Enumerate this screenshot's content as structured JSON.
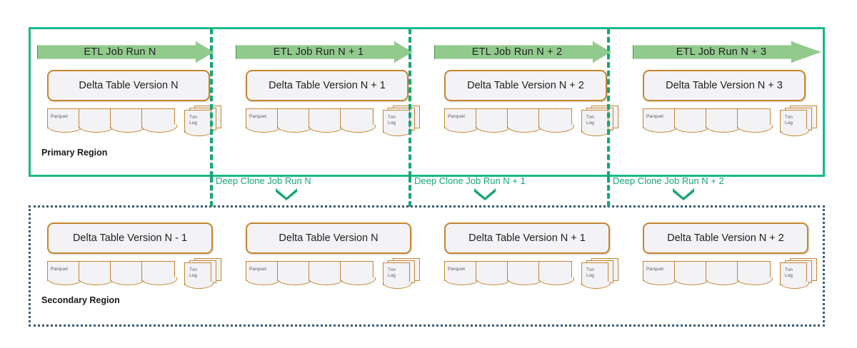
{
  "theme": {
    "primary_border": "#19b98a",
    "secondary_border": "#3a5a72",
    "arrow_fill": "#92ca8e",
    "arrow_border": "#41963f",
    "table_border": "#c4862f",
    "table_fill": "#f3f3f6",
    "clone_text": "#17a673"
  },
  "diagram": {
    "primary_region": {
      "caption": "Primary Region",
      "columns": [
        {
          "etl_label": "ETL Job Run N",
          "delta_label": "Delta Table Version N",
          "parquet_label": "Parquet",
          "txn_label_line1": "Txn",
          "txn_label_line2": "Log"
        },
        {
          "etl_label": "ETL Job Run N + 1",
          "delta_label": "Delta Table Version N + 1",
          "parquet_label": "Parquet",
          "txn_label_line1": "Txn",
          "txn_label_line2": "Log"
        },
        {
          "etl_label": "ETL Job Run N + 2",
          "delta_label": "Delta Table Version N + 2",
          "parquet_label": "Parquet",
          "txn_label_line1": "Txn",
          "txn_label_line2": "Log"
        },
        {
          "etl_label": "ETL Job Run N + 3",
          "delta_label": "Delta Table Version N + 3",
          "parquet_label": "Parquet",
          "txn_label_line1": "Txn",
          "txn_label_line2": "Log"
        }
      ]
    },
    "secondary_region": {
      "caption": "Secondary Region",
      "columns": [
        {
          "delta_label": "Delta Table Version N - 1",
          "parquet_label": "Parquet",
          "txn_label_line1": "Txn",
          "txn_label_line2": "Log"
        },
        {
          "delta_label": "Delta Table Version N",
          "parquet_label": "Parquet",
          "txn_label_line1": "Txn",
          "txn_label_line2": "Log"
        },
        {
          "delta_label": "Delta Table Version N + 1",
          "parquet_label": "Parquet",
          "txn_label_line1": "Txn",
          "txn_label_line2": "Log"
        },
        {
          "delta_label": "Delta Table Version N + 2",
          "parquet_label": "Parquet",
          "txn_label_line1": "Txn",
          "txn_label_line2": "Log"
        }
      ]
    },
    "deep_clone_jobs": [
      {
        "label": "Deep Clone Job Run N"
      },
      {
        "label": "Deep Clone Job Run N + 1"
      },
      {
        "label": "Deep Clone Job Run N + 2"
      }
    ]
  }
}
